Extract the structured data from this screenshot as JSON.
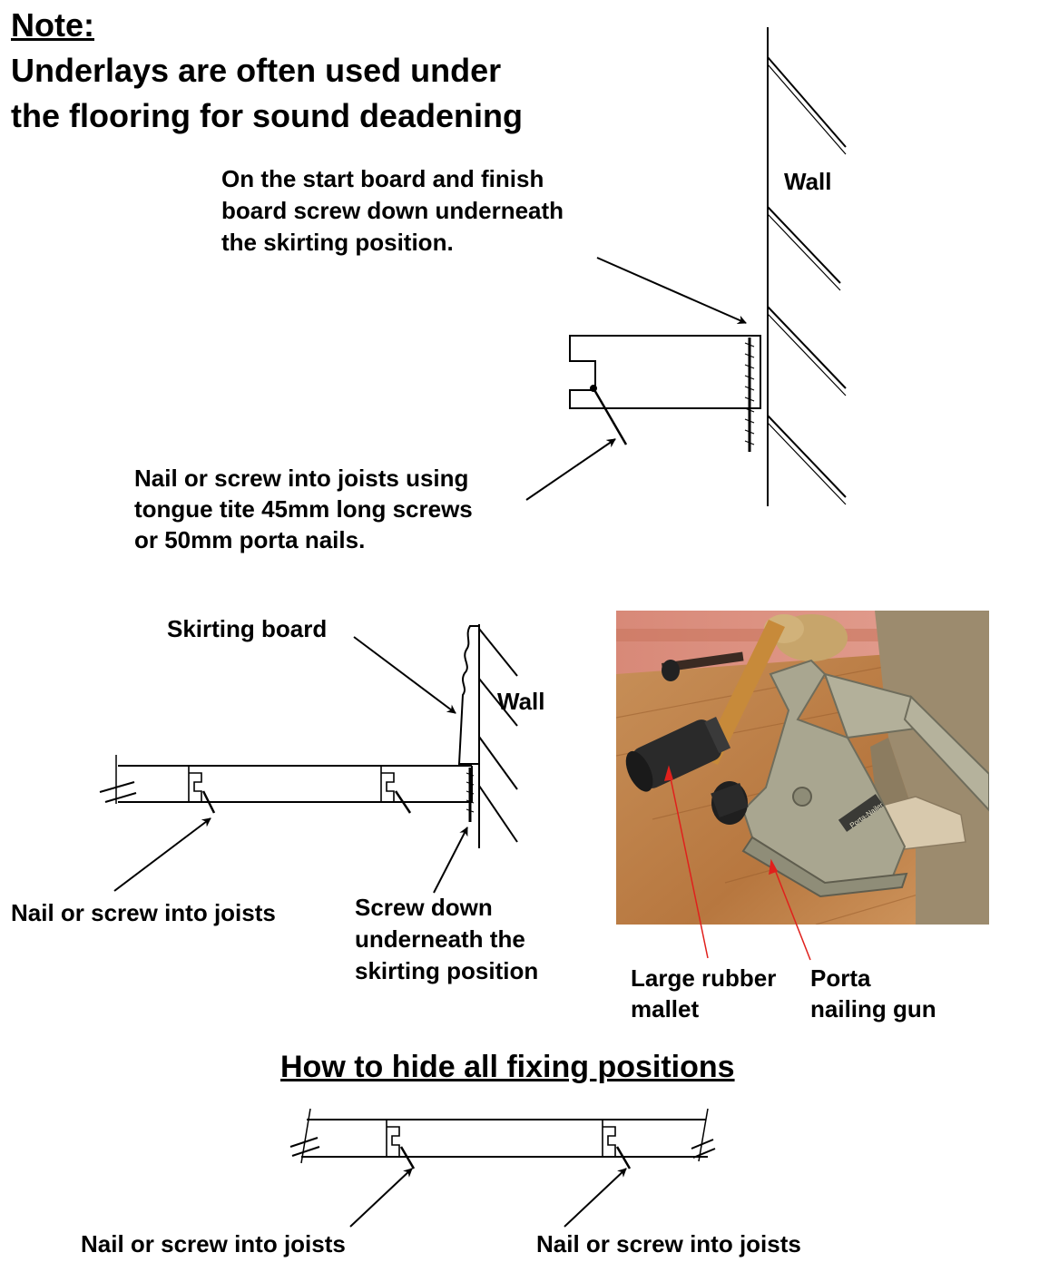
{
  "note": {
    "heading": "Note:",
    "line1": "Underlays are often used under",
    "line2": "the flooring for sound deadening"
  },
  "diagram1": {
    "screw_label": "On the start board and finish\nboard screw down underneath\nthe skirting position.",
    "wall_label": "Wall",
    "nail_label": "Nail or screw into joists using\ntongue tite 45mm long screws\nor 50mm porta nails."
  },
  "diagram2": {
    "skirting_label": "Skirting board",
    "wall_label": "Wall",
    "nail_label": "Nail or screw into joists",
    "screw_label": "Screw down\nunderneath the\nskirting position"
  },
  "photo": {
    "mallet_label": "Large rubber\nmallet",
    "gun_label": "Porta\nnailing gun",
    "tool_brand": "Porta-Nailer"
  },
  "diagram3": {
    "title": "How to hide all fixing positions",
    "nail_label_left": "Nail or screw into joists",
    "nail_label_right": "Nail or screw into joists"
  },
  "colors": {
    "line": "#000000",
    "red_pointer": "#e0201c",
    "wood": "#c58a52",
    "tool_grey": "#a9a690"
  }
}
